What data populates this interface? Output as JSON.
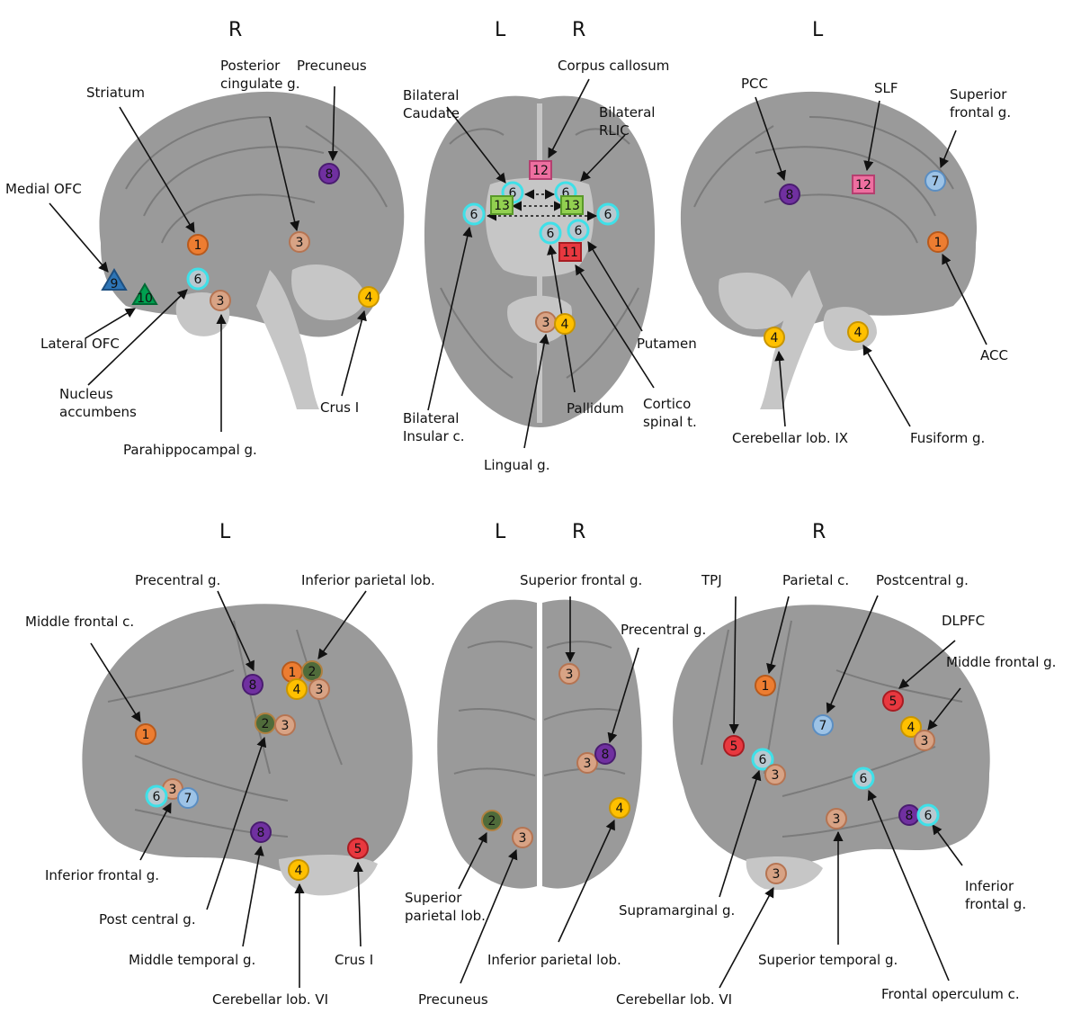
{
  "colors": {
    "1": {
      "fill": "#ed7d31",
      "stroke": "#b85a1c"
    },
    "2": {
      "fill": "#4f6b3a",
      "stroke": "#b08040"
    },
    "3": {
      "fill": "#d8a385",
      "stroke": "#b57452"
    },
    "4": {
      "fill": "#ffc000",
      "stroke": "#c89500"
    },
    "5": {
      "fill": "#e8383f",
      "stroke": "#a81c22"
    },
    "6": {
      "fill": "#b8c8d0",
      "stroke": "#3fe0e8"
    },
    "7": {
      "fill": "#9dc3e6",
      "stroke": "#5b8ec2"
    },
    "8": {
      "fill": "#7030a0",
      "stroke": "#4a1c70"
    },
    "9": {
      "fill": "#2e75b6",
      "stroke": "#1d4f80"
    },
    "10": {
      "fill": "#00a050",
      "stroke": "#006a34"
    },
    "11": {
      "fill": "#e8383f",
      "stroke": "#a81c22"
    },
    "12": {
      "fill": "#ee6fa0",
      "stroke": "#b54070"
    },
    "13": {
      "fill": "#92d050",
      "stroke": "#5a9a2a"
    }
  },
  "panels": [
    {
      "id": "top-left-medial-right",
      "view": "medial",
      "side_letters": [
        "R"
      ],
      "labels": [
        "Posterior cingulate g.",
        "Precuneus",
        "Striatum",
        "Medial OFC",
        "Lateral OFC",
        "Nucleus accumbens",
        "Parahippocampal g.",
        "Crus I"
      ],
      "markers": [
        "1",
        "8",
        "3",
        "9",
        "10",
        "6",
        "3",
        "4"
      ]
    },
    {
      "id": "top-middle-axial",
      "view": "axial",
      "side_letters": [
        "L",
        "R"
      ],
      "labels": [
        "Corpus callosum",
        "Bilateral Caudate",
        "Bilateral RLIC",
        "Putamen",
        "Bilateral Insular c.",
        "Pallidum",
        "Cortico spinal t.",
        "Lingual g."
      ],
      "markers": [
        "12",
        "6",
        "6",
        "13",
        "13",
        "6",
        "6",
        "6",
        "6",
        "11",
        "3",
        "4"
      ]
    },
    {
      "id": "top-right-medial-left",
      "view": "medial",
      "side_letters": [
        "L"
      ],
      "labels": [
        "PCC",
        "SLF",
        "Superior frontal g.",
        "ACC",
        "Cerebellar lob. IX",
        "Fusiform g."
      ],
      "markers": [
        "8",
        "12",
        "7",
        "1",
        "4",
        "4"
      ]
    },
    {
      "id": "bottom-left-lateral-left",
      "view": "lateral",
      "side_letters": [
        "L"
      ],
      "labels": [
        "Precentral g.",
        "Inferior parietal lob.",
        "Middle frontal c.",
        "Inferior frontal g.",
        "Post central g.",
        "Middle temporal g.",
        "Crus I",
        "Cerebellar lob. VI"
      ],
      "markers": [
        "8",
        "1",
        "2",
        "4",
        "3",
        "1",
        "2",
        "3",
        "3",
        "6",
        "7",
        "8",
        "4",
        "5"
      ]
    },
    {
      "id": "bottom-middle-dorsal",
      "view": "dorsal",
      "side_letters": [
        "L",
        "R"
      ],
      "labels": [
        "Superior frontal g.",
        "Precentral g.",
        "Superior parietal lob.",
        "Inferior parietal lob.",
        "Precuneus"
      ],
      "markers": [
        "3",
        "3",
        "8",
        "2",
        "3",
        "4"
      ]
    },
    {
      "id": "bottom-right-lateral-right",
      "view": "lateral",
      "side_letters": [
        "R"
      ],
      "labels": [
        "TPJ",
        "Parietal c.",
        "Postcentral g.",
        "DLPFC",
        "Middle frontal g.",
        "Inferior frontal g.",
        "Supramarginal g.",
        "Superior temporal g.",
        "Cerebellar lob. VI",
        "Frontal operculum c."
      ],
      "markers": [
        "1",
        "5",
        "4",
        "3",
        "7",
        "5",
        "6",
        "3",
        "6",
        "3",
        "8",
        "6",
        "3"
      ]
    }
  ]
}
